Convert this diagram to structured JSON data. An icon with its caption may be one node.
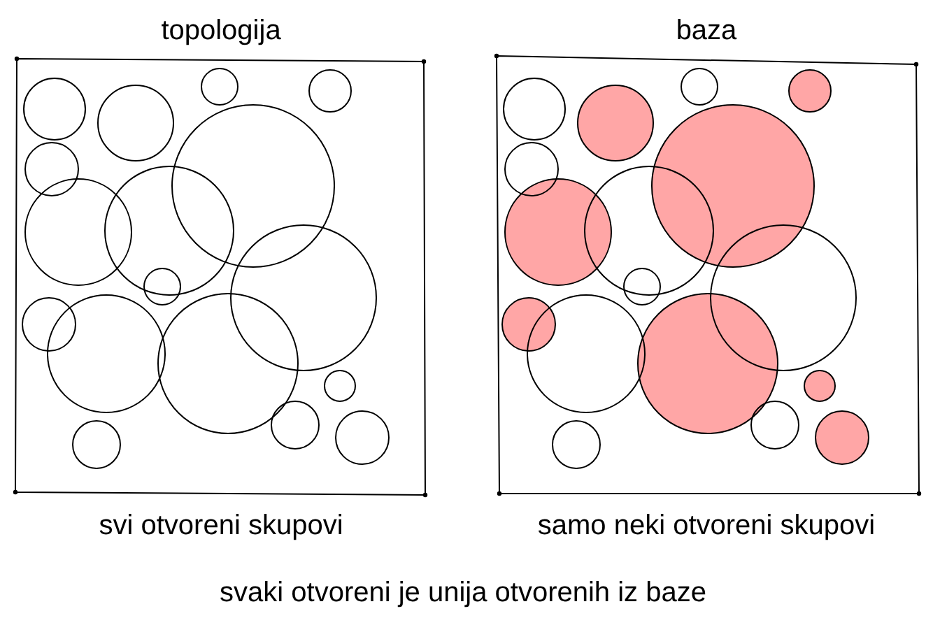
{
  "diagram": {
    "nodes": [
      {
        "text": [
          "topologija"
        ],
        "beside": [
          "svi otvoreni skupovi"
        ]
      },
      {
        "text": [
          "baza"
        ],
        "beside": [
          "samo neki otvoreni skupovi"
        ]
      }
    ],
    "labels": [
      "svaki otvoreni je unija otvorenih iz baze"
    ]
  }
}
